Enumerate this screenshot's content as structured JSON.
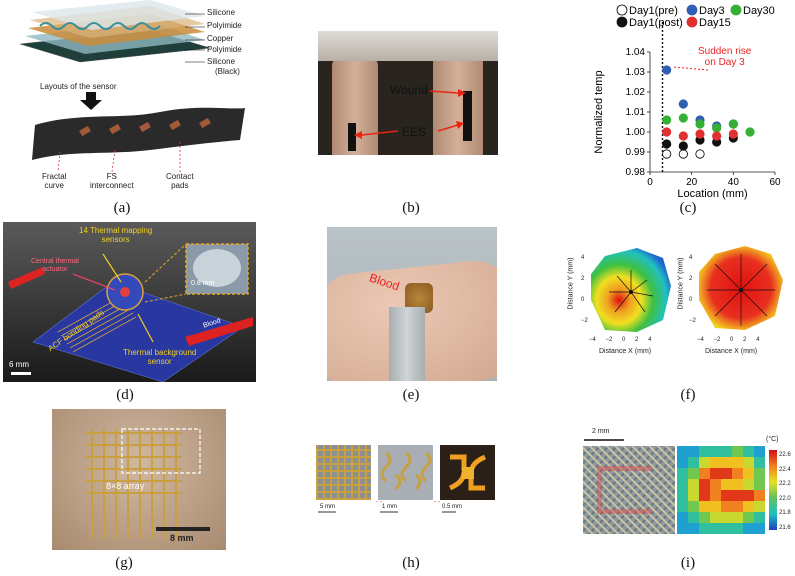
{
  "captions": {
    "a": "(a)",
    "b": "(b)",
    "c": "(c)",
    "d": "(d)",
    "e": "(e)",
    "f": "(f)",
    "g": "(g)",
    "h": "(h)",
    "i": "(i)"
  },
  "panel_a": {
    "layers": [
      "Silicone",
      "Polyimide",
      "Copper",
      "Polyimide",
      "Silicone",
      "(Black)"
    ],
    "layouts": "Layouts of the sensor",
    "fractal": [
      "Fractal",
      "curve"
    ],
    "fs": [
      "FS",
      "interconnect"
    ],
    "contact": [
      "Contact",
      "pads"
    ]
  },
  "panel_b": {
    "wound": "Wound",
    "ees": "EES"
  },
  "panel_c": {
    "legend": [
      "Day1(pre)",
      "Day3",
      "Day30",
      "Day1(post)",
      "Day15"
    ],
    "annotation": [
      "Sudden rise",
      "on Day 3"
    ]
  },
  "chart_data": {
    "type": "scatter",
    "xlabel": "Location (mm)",
    "ylabel": "Normalized temp",
    "xlim": [
      0,
      60
    ],
    "ylim": [
      0.98,
      1.04
    ],
    "xticks": [
      0,
      20,
      40,
      60
    ],
    "yticks": [
      0.98,
      0.99,
      1.0,
      1.01,
      1.02,
      1.03,
      1.04
    ],
    "series": [
      {
        "name": "Day1(pre)",
        "color": "#ffffff",
        "stroke": "#000000",
        "x": [
          8,
          16,
          24
        ],
        "y": [
          0.989,
          0.989,
          0.989
        ]
      },
      {
        "name": "Day3",
        "color": "#2f5fb3",
        "x": [
          8,
          16,
          24,
          32,
          40
        ],
        "y": [
          1.031,
          1.014,
          1.006,
          1.003,
          1.004
        ]
      },
      {
        "name": "Day30",
        "color": "#35b035",
        "x": [
          8,
          16,
          24,
          32,
          40,
          48
        ],
        "y": [
          1.006,
          1.007,
          1.004,
          1.002,
          1.004,
          1.0
        ]
      },
      {
        "name": "Day1(post)",
        "color": "#111111",
        "x": [
          8,
          16,
          24,
          32,
          40
        ],
        "y": [
          0.994,
          0.993,
          0.996,
          0.995,
          0.997
        ]
      },
      {
        "name": "Day15",
        "color": "#e03030",
        "x": [
          8,
          16,
          24,
          32,
          40
        ],
        "y": [
          1.0,
          0.998,
          0.999,
          0.998,
          0.999
        ]
      }
    ]
  },
  "panel_d": {
    "sensors": "14 Thermal mapping",
    "sensors2": "sensors",
    "actuator": "Central thermal",
    "actuator2": "actuator",
    "bonding": "ACF bonding pads",
    "background": "Thermal background",
    "background2": "sensor",
    "blood": "Blood",
    "inset_scale": "0.8 mm",
    "scale": "6 mm"
  },
  "panel_e": {
    "blood": "Blood"
  },
  "panel_f": {
    "ylabel": "Distance Y (mm)",
    "xlabel": "Distance X (mm)",
    "ticks": [
      "4",
      "2",
      "0",
      "−2",
      "−4"
    ],
    "xticks": [
      "−4",
      "−2",
      "0",
      "2",
      "4"
    ]
  },
  "panel_g": {
    "array": "8×8 array",
    "scale": "8 mm"
  },
  "panel_h": {
    "s1": "5 mm",
    "s2": "1 mm",
    "s3": "0.5 mm"
  },
  "panel_i": {
    "scale": "2 mm",
    "unit": "(°C)",
    "cbar": [
      "22.6",
      "22.4",
      "22.2",
      "22.0",
      "21.8",
      "21.6"
    ]
  }
}
